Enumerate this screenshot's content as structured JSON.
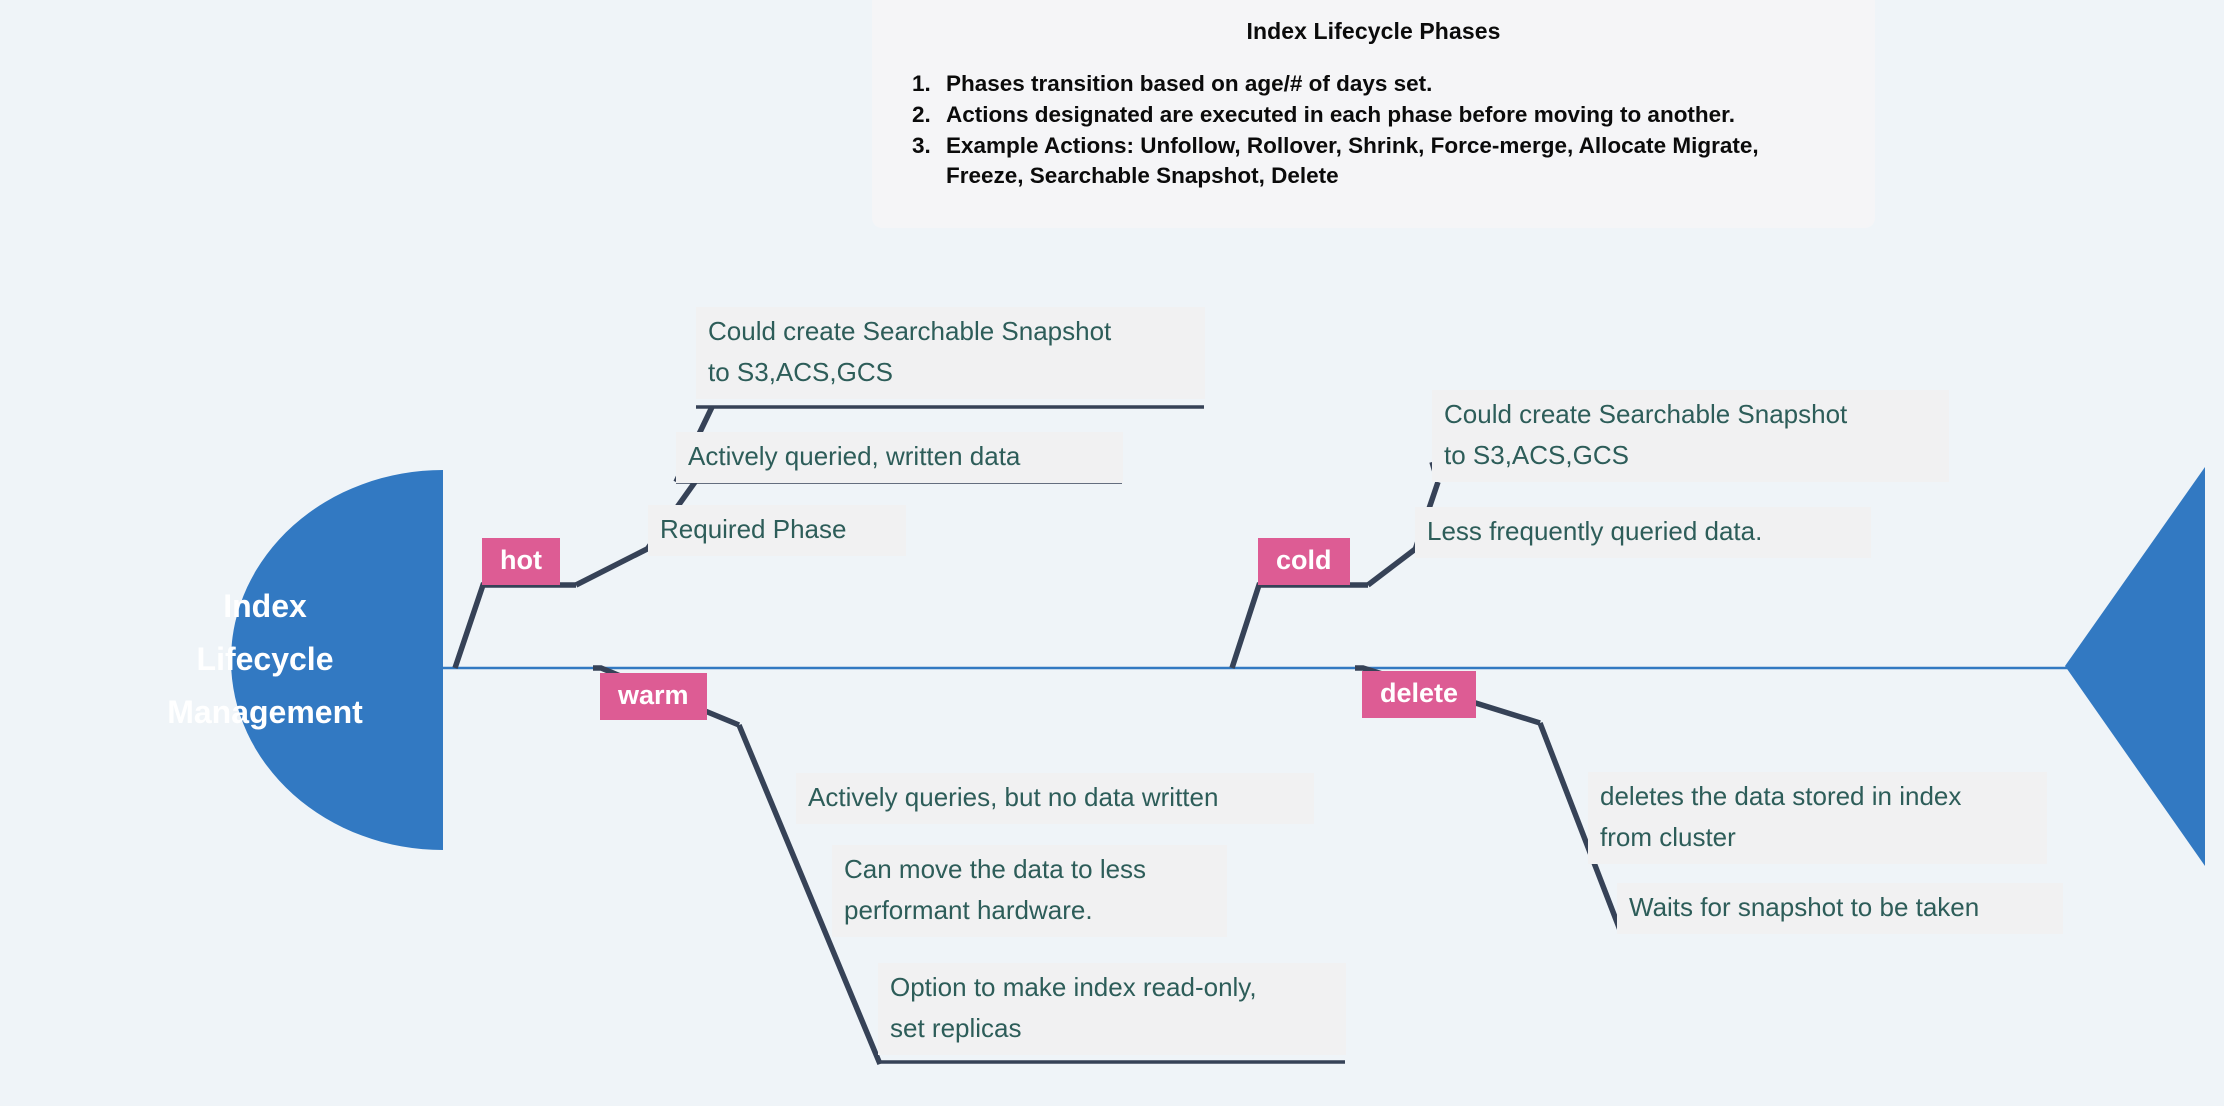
{
  "colors": {
    "background": "#eff4f8",
    "head_fill": "#3279c2",
    "spine": "#3279c2",
    "branch_line": "#364257",
    "phase_label": "#dd5c94",
    "phase_label_text": "#ffffff",
    "sub_box_fill": "#f1f1f2",
    "sub_box_text": "#2d5d59",
    "note_box_fill": "#f5f5f7",
    "note_text": "#0b0b0b"
  },
  "note": {
    "title": "Index Lifecycle Phases",
    "items": [
      {
        "num": "1.",
        "text": "Phases transition based on age/# of days set."
      },
      {
        "num": "2.",
        "text": "Actions designated are executed in each phase before moving to another."
      },
      {
        "num": "3.",
        "text": "Example Actions: Unfollow, Rollover, Shrink, Force-merge, Allocate Migrate, Freeze, Searchable Snapshot, Delete"
      }
    ]
  },
  "head": {
    "line1": "Index",
    "line2": "Lifecycle",
    "line3": "Management"
  },
  "branches": [
    {
      "id": "hot",
      "label": "hot",
      "side": "top",
      "items": [
        {
          "id": "hot-1",
          "text": "Required Phase"
        },
        {
          "id": "hot-2",
          "text": "Actively queried, written data"
        },
        {
          "id": "hot-3",
          "text": "Could create Searchable Snapshot\nto S3,ACS,GCS"
        }
      ]
    },
    {
      "id": "warm",
      "label": "warm",
      "side": "bottom",
      "items": [
        {
          "id": "warm-1",
          "text": "Actively queries, but no data written"
        },
        {
          "id": "warm-2",
          "text": "Can move the data to less\nperformant hardware."
        },
        {
          "id": "warm-3",
          "text": "Option to make index read-only,\nset replicas"
        }
      ]
    },
    {
      "id": "cold",
      "label": "cold",
      "side": "top",
      "items": [
        {
          "id": "cold-1",
          "text": "Less frequently queried data."
        },
        {
          "id": "cold-2",
          "text": "Could create Searchable Snapshot\nto S3,ACS,GCS"
        }
      ]
    },
    {
      "id": "delete",
      "label": "delete",
      "side": "bottom",
      "items": [
        {
          "id": "delete-1",
          "text": "deletes the data stored in index\nfrom cluster"
        },
        {
          "id": "delete-2",
          "text": "Waits for snapshot to be taken"
        }
      ]
    }
  ]
}
